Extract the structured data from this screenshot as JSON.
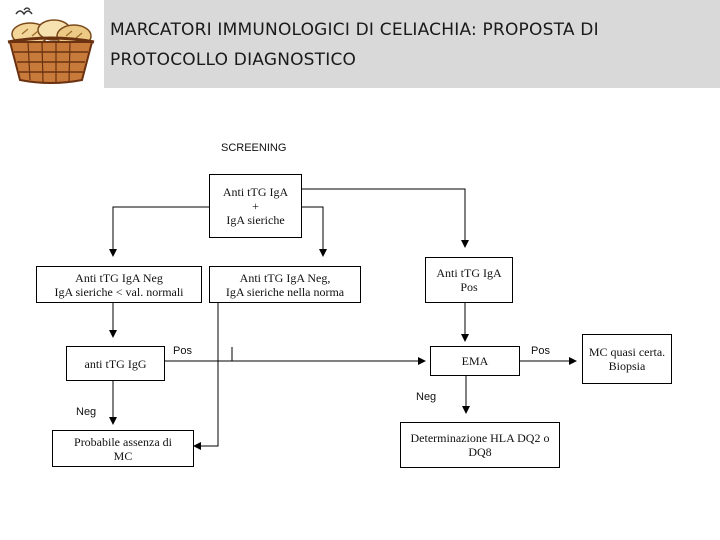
{
  "header": {
    "title_line1": "MARCATORI IMMUNOLOGICI DI CELIACHIA: PROPOSTA DI",
    "title_line2": "PROTOCOLLO DIAGNOSTICO"
  },
  "diagram": {
    "screening_label": "SCREENING",
    "nodes": {
      "start": [
        "Anti tTG IgA",
        "+",
        "IgA sieriche"
      ],
      "neg_low": [
        "Anti tTG IgA Neg",
        "IgA sieriche < val. normali"
      ],
      "neg_normal": [
        "Anti tTG IgA Neg,",
        "IgA sieriche nella norma"
      ],
      "pos": [
        "Anti tTG IgA",
        "Pos"
      ],
      "igg": [
        "anti tTG IgG"
      ],
      "ema": [
        "EMA"
      ],
      "mc": [
        "MC quasi certa.",
        "Biopsia"
      ],
      "absence": [
        "Probabile assenza di",
        "MC"
      ],
      "hla": [
        "Determinazione HLA DQ2 o",
        "DQ8"
      ]
    },
    "edge_labels": {
      "igg_pos": "Pos",
      "ema_pos": "Pos",
      "igg_neg": "Neg",
      "ema_neg": "Neg"
    }
  }
}
